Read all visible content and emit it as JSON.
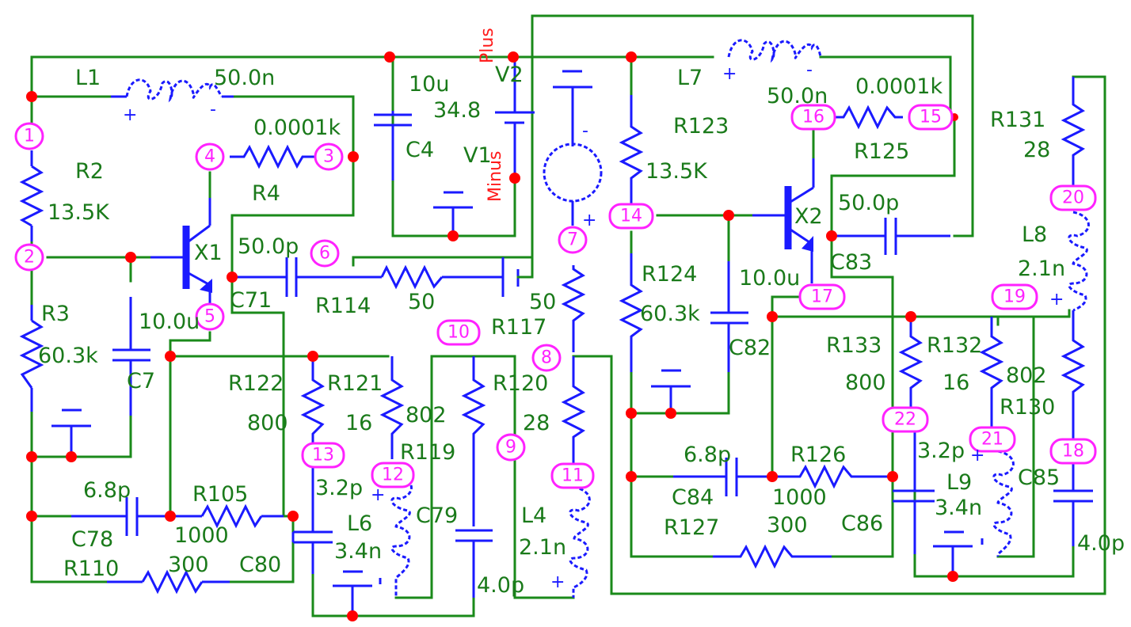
{
  "colors": {
    "wire": "#1a8a1a",
    "component": "#1a1aff",
    "junction": "#ff0000",
    "node_marker": "#ff22ff",
    "source_pin_label": "#ff1a1a"
  },
  "components": {
    "L1": {
      "name": "L1",
      "value": "50.0n"
    },
    "R2": {
      "name": "R2",
      "value": "13.5K"
    },
    "R4": {
      "name": "R4",
      "value": "0.0001k"
    },
    "R3": {
      "name": "R3",
      "value": "60.3k"
    },
    "C7": {
      "name": "C7",
      "value": "10.0u"
    },
    "X1": {
      "name": "X1"
    },
    "C71": {
      "name": "C71",
      "value": "50.0p"
    },
    "R114": {
      "name": "R114",
      "value": "50"
    },
    "C4": {
      "name": "C4",
      "value": "10u"
    },
    "V1": {
      "name": "V1",
      "value": "34.8",
      "pin_plus": "Plus",
      "pin_minus": "Minus"
    },
    "V2": {
      "name": "V2"
    },
    "R117": {
      "name": "R117",
      "value": "50"
    },
    "R122": {
      "name": "R122",
      "value": "800"
    },
    "R121": {
      "name": "R121",
      "value": "16"
    },
    "R119": {
      "name": "R119",
      "value": "802"
    },
    "R120": {
      "name": "R120",
      "value": "28"
    },
    "C78": {
      "name": "C78",
      "value": "6.8p"
    },
    "R105": {
      "name": "R105",
      "value": "1000"
    },
    "R110": {
      "name": "R110",
      "value": "300"
    },
    "C80": {
      "name": "C80",
      "value": "3.2p"
    },
    "L6": {
      "name": "L6",
      "value": "3.4n"
    },
    "C79": {
      "name": "C79",
      "value": "4.0p"
    },
    "L4": {
      "name": "L4",
      "value": "2.1n"
    },
    "L7": {
      "name": "L7",
      "value": "50.0n"
    },
    "R123": {
      "name": "R123",
      "value": "13.5K"
    },
    "R125": {
      "name": "R125",
      "value": "0.0001k"
    },
    "X2": {
      "name": "X2"
    },
    "C83": {
      "name": "C83",
      "value": "50.0p"
    },
    "R124": {
      "name": "R124",
      "value": "60.3k"
    },
    "C82": {
      "name": "C82",
      "value": "10.0u"
    },
    "R131": {
      "name": "R131",
      "value": "28"
    },
    "L8": {
      "name": "L8",
      "value": "2.1n"
    },
    "R133": {
      "name": "R133",
      "value": "800"
    },
    "R132": {
      "name": "R132",
      "value": "16"
    },
    "R130": {
      "name": "R130",
      "value": "802"
    },
    "C84": {
      "name": "C84",
      "value": "6.8p"
    },
    "R126": {
      "name": "R126",
      "value": "1000"
    },
    "R127": {
      "name": "R127",
      "value": "300"
    },
    "C86": {
      "name": "C86",
      "value": "3.2p"
    },
    "L9": {
      "name": "L9",
      "value": "3.4n"
    },
    "C85": {
      "name": "C85",
      "value": "4.0p"
    }
  },
  "nodes": [
    "1",
    "2",
    "3",
    "4",
    "5",
    "6",
    "7",
    "8",
    "9",
    "10",
    "11",
    "12",
    "13",
    "14",
    "15",
    "16",
    "17",
    "18",
    "19",
    "20",
    "21",
    "22"
  ],
  "polarity": {
    "plus": "+",
    "minus": "-"
  }
}
